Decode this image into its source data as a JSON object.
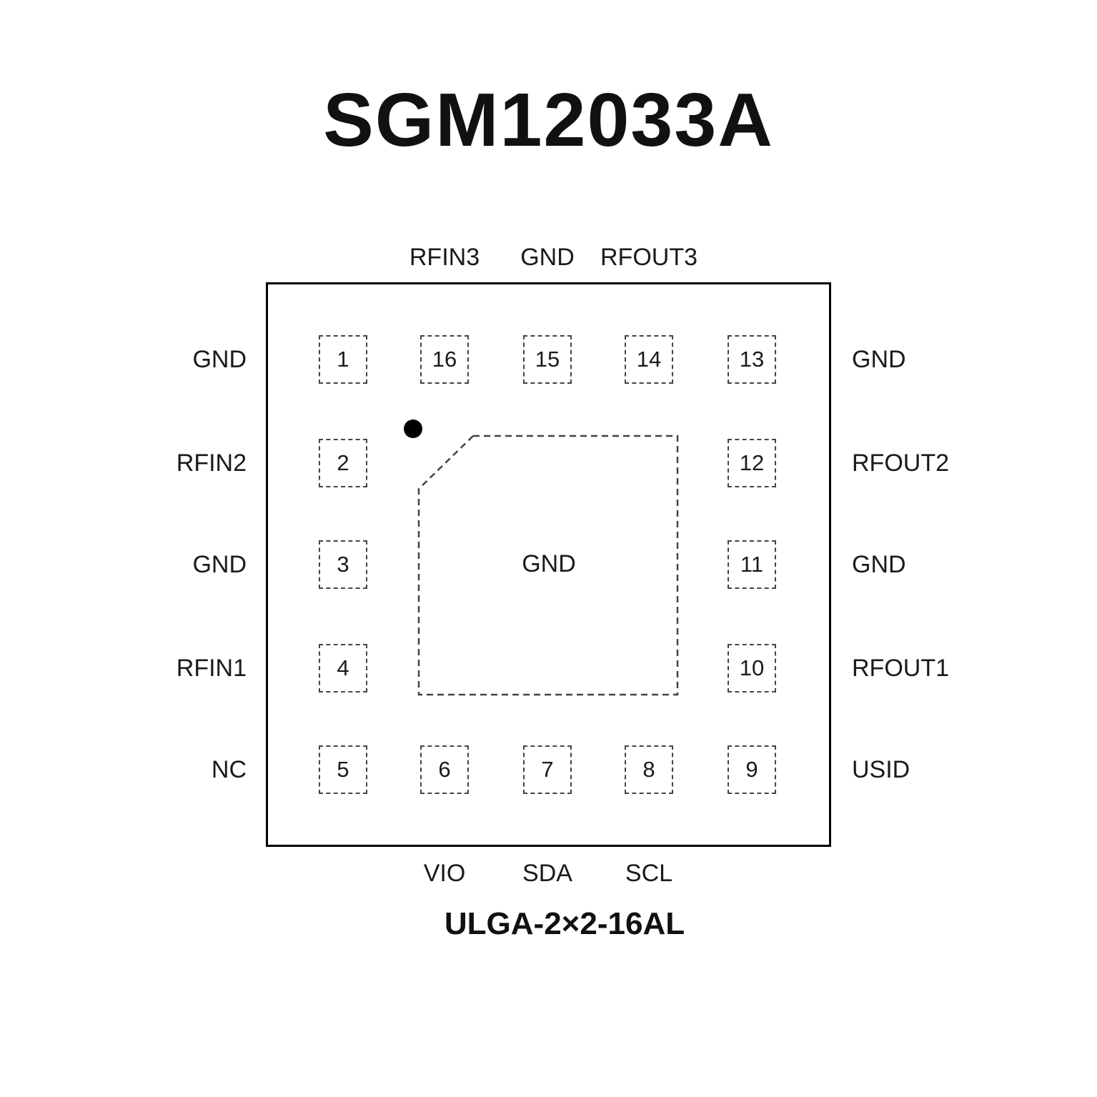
{
  "title": "SGM12033A",
  "package_name": "ULGA-2×2-16AL",
  "center_pad": "GND",
  "pads": [
    "1",
    "2",
    "3",
    "4",
    "5",
    "6",
    "7",
    "8",
    "9",
    "10",
    "11",
    "12",
    "13",
    "14",
    "15",
    "16"
  ],
  "labels": {
    "top": [
      "RFIN3",
      "GND",
      "RFOUT3"
    ],
    "bottom": [
      "VIO",
      "SDA",
      "SCL"
    ],
    "left": [
      "GND",
      "RFIN2",
      "GND",
      "RFIN1",
      "NC"
    ],
    "right": [
      "GND",
      "RFOUT2",
      "GND",
      "RFOUT1",
      "USID"
    ]
  }
}
